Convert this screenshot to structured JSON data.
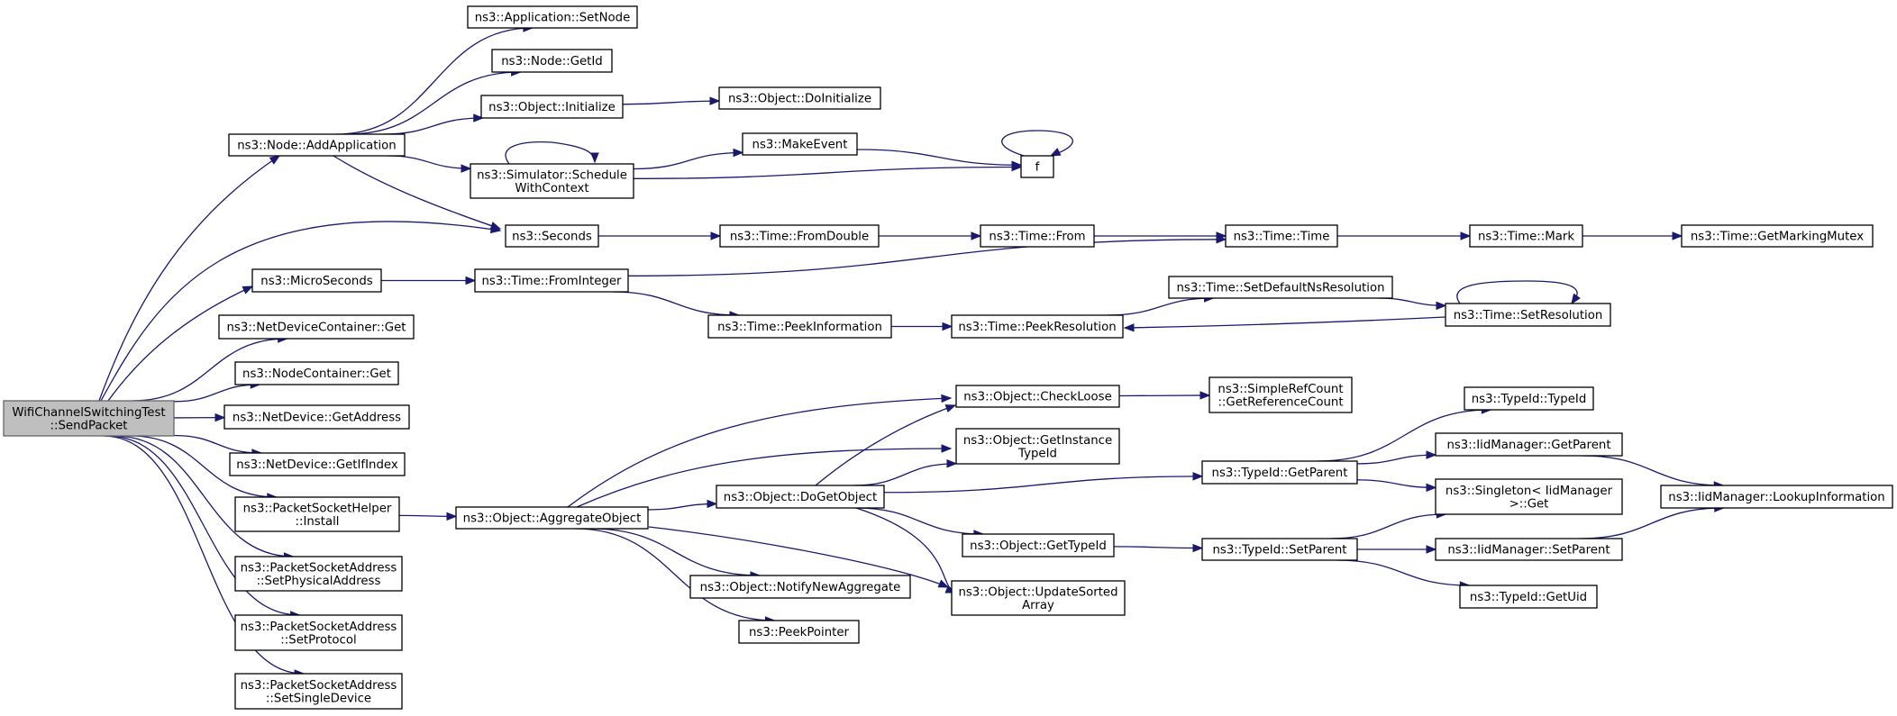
{
  "diagram": {
    "colors": {
      "edge": "#191970",
      "node_border": "#000000",
      "root_fill": "#bfbfbf",
      "node_fill": "#ffffff"
    },
    "nodes": [
      {
        "id": "root",
        "lines": [
          "WifiChannelSwitchingTest",
          "::SendPacket"
        ]
      },
      {
        "id": "addapp",
        "lines": [
          "ns3::Node::AddApplication"
        ]
      },
      {
        "id": "micro",
        "lines": [
          "ns3::MicroSeconds"
        ]
      },
      {
        "id": "ndcget",
        "lines": [
          "ns3::NetDeviceContainer::Get"
        ]
      },
      {
        "id": "ncget",
        "lines": [
          "ns3::NodeContainer::Get"
        ]
      },
      {
        "id": "ndaddr",
        "lines": [
          "ns3::NetDevice::GetAddress"
        ]
      },
      {
        "id": "ndif",
        "lines": [
          "ns3::NetDevice::GetIfIndex"
        ]
      },
      {
        "id": "pshinst",
        "lines": [
          "ns3::PacketSocketHelper",
          "::Install"
        ]
      },
      {
        "id": "psaphys",
        "lines": [
          "ns3::PacketSocketAddress",
          "::SetPhysicalAddress"
        ]
      },
      {
        "id": "psaproto",
        "lines": [
          "ns3::PacketSocketAddress",
          "::SetProtocol"
        ]
      },
      {
        "id": "psasingle",
        "lines": [
          "ns3::PacketSocketAddress",
          "::SetSingleDevice"
        ]
      },
      {
        "id": "appsetnode",
        "lines": [
          "ns3::Application::SetNode"
        ]
      },
      {
        "id": "nodegetid",
        "lines": [
          "ns3::Node::GetId"
        ]
      },
      {
        "id": "objinit",
        "lines": [
          "ns3::Object::Initialize"
        ]
      },
      {
        "id": "simsched",
        "lines": [
          "ns3::Simulator::Schedule",
          "WithContext"
        ]
      },
      {
        "id": "seconds",
        "lines": [
          "ns3::Seconds"
        ]
      },
      {
        "id": "fromint",
        "lines": [
          "ns3::Time::FromInteger"
        ]
      },
      {
        "id": "objagg",
        "lines": [
          "ns3::Object::AggregateObject"
        ]
      },
      {
        "id": "objdoinit",
        "lines": [
          "ns3::Object::DoInitialize"
        ]
      },
      {
        "id": "makeevent",
        "lines": [
          "ns3::MakeEvent"
        ]
      },
      {
        "id": "f",
        "lines": [
          "f"
        ]
      },
      {
        "id": "fromdouble",
        "lines": [
          "ns3::Time::FromDouble"
        ]
      },
      {
        "id": "peekinfo",
        "lines": [
          "ns3::Time::PeekInformation"
        ]
      },
      {
        "id": "timefrom",
        "lines": [
          "ns3::Time::From"
        ]
      },
      {
        "id": "peekres",
        "lines": [
          "ns3::Time::PeekResolution"
        ]
      },
      {
        "id": "timetime",
        "lines": [
          "ns3::Time::Time"
        ]
      },
      {
        "id": "setdefres",
        "lines": [
          "ns3::Time::SetDefaultNsResolution"
        ]
      },
      {
        "id": "setres",
        "lines": [
          "ns3::Time::SetResolution"
        ]
      },
      {
        "id": "timemark",
        "lines": [
          "ns3::Time::Mark"
        ]
      },
      {
        "id": "getmutex",
        "lines": [
          "ns3::Time::GetMarkingMutex"
        ]
      },
      {
        "id": "checkloose",
        "lines": [
          "ns3::Object::CheckLoose"
        ]
      },
      {
        "id": "getinst",
        "lines": [
          "ns3::Object::GetInstance",
          "TypeId"
        ]
      },
      {
        "id": "dogetobj",
        "lines": [
          "ns3::Object::DoGetObject"
        ]
      },
      {
        "id": "gettypeid",
        "lines": [
          "ns3::Object::GetTypeId"
        ]
      },
      {
        "id": "notifyagg",
        "lines": [
          "ns3::Object::NotifyNewAggregate"
        ]
      },
      {
        "id": "updsorted",
        "lines": [
          "ns3::Object::UpdateSorted",
          "Array"
        ]
      },
      {
        "id": "peekptr",
        "lines": [
          "ns3::PeekPointer"
        ]
      },
      {
        "id": "getrefcount",
        "lines": [
          "ns3::SimpleRefCount",
          "::GetReferenceCount"
        ]
      },
      {
        "id": "tidgetparent",
        "lines": [
          "ns3::TypeId::GetParent"
        ]
      },
      {
        "id": "tidsetparent",
        "lines": [
          "ns3::TypeId::SetParent"
        ]
      },
      {
        "id": "tidtypeid",
        "lines": [
          "ns3::TypeId::TypeId"
        ]
      },
      {
        "id": "iidgetparent",
        "lines": [
          "ns3::IidManager::GetParent"
        ]
      },
      {
        "id": "singleton",
        "lines": [
          "ns3::Singleton< IidManager",
          " >::Get"
        ]
      },
      {
        "id": "iidsetparent",
        "lines": [
          "ns3::IidManager::SetParent"
        ]
      },
      {
        "id": "tidgetuid",
        "lines": [
          "ns3::TypeId::GetUid"
        ]
      },
      {
        "id": "lookupinfo",
        "lines": [
          "ns3::IidManager::LookupInformation"
        ]
      }
    ],
    "edges": [
      [
        "root",
        "addapp"
      ],
      [
        "root",
        "seconds"
      ],
      [
        "root",
        "micro"
      ],
      [
        "root",
        "ndcget"
      ],
      [
        "root",
        "ncget"
      ],
      [
        "root",
        "ndaddr"
      ],
      [
        "root",
        "ndif"
      ],
      [
        "root",
        "pshinst"
      ],
      [
        "root",
        "psaphys"
      ],
      [
        "root",
        "psaproto"
      ],
      [
        "root",
        "psasingle"
      ],
      [
        "addapp",
        "appsetnode"
      ],
      [
        "addapp",
        "nodegetid"
      ],
      [
        "addapp",
        "objinit"
      ],
      [
        "addapp",
        "simsched"
      ],
      [
        "addapp",
        "seconds"
      ],
      [
        "objinit",
        "objdoinit"
      ],
      [
        "simsched",
        "simsched"
      ],
      [
        "simsched",
        "makeevent"
      ],
      [
        "simsched",
        "f"
      ],
      [
        "makeevent",
        "f"
      ],
      [
        "f",
        "f"
      ],
      [
        "seconds",
        "fromdouble"
      ],
      [
        "fromdouble",
        "timefrom"
      ],
      [
        "timefrom",
        "timetime"
      ],
      [
        "timetime",
        "timemark"
      ],
      [
        "timemark",
        "getmutex"
      ],
      [
        "micro",
        "fromint"
      ],
      [
        "fromint",
        "timetime"
      ],
      [
        "fromint",
        "peekinfo"
      ],
      [
        "peekinfo",
        "peekres"
      ],
      [
        "peekres",
        "setdefres"
      ],
      [
        "setdefres",
        "setres"
      ],
      [
        "setres",
        "peekres"
      ],
      [
        "setres",
        "setres"
      ],
      [
        "pshinst",
        "objagg"
      ],
      [
        "objagg",
        "checkloose"
      ],
      [
        "objagg",
        "getinst"
      ],
      [
        "objagg",
        "dogetobj"
      ],
      [
        "objagg",
        "notifyagg"
      ],
      [
        "objagg",
        "peekptr"
      ],
      [
        "objagg",
        "updsorted"
      ],
      [
        "checkloose",
        "getrefcount"
      ],
      [
        "dogetobj",
        "checkloose"
      ],
      [
        "dogetobj",
        "getinst"
      ],
      [
        "dogetobj",
        "tidgetparent"
      ],
      [
        "dogetobj",
        "gettypeid"
      ],
      [
        "dogetobj",
        "updsorted"
      ],
      [
        "gettypeid",
        "tidsetparent"
      ],
      [
        "tidgetparent",
        "tidtypeid"
      ],
      [
        "tidgetparent",
        "iidgetparent"
      ],
      [
        "tidgetparent",
        "singleton"
      ],
      [
        "iidgetparent",
        "lookupinfo"
      ],
      [
        "tidsetparent",
        "singleton"
      ],
      [
        "tidsetparent",
        "iidsetparent"
      ],
      [
        "tidsetparent",
        "tidgetuid"
      ],
      [
        "iidsetparent",
        "lookupinfo"
      ]
    ]
  }
}
